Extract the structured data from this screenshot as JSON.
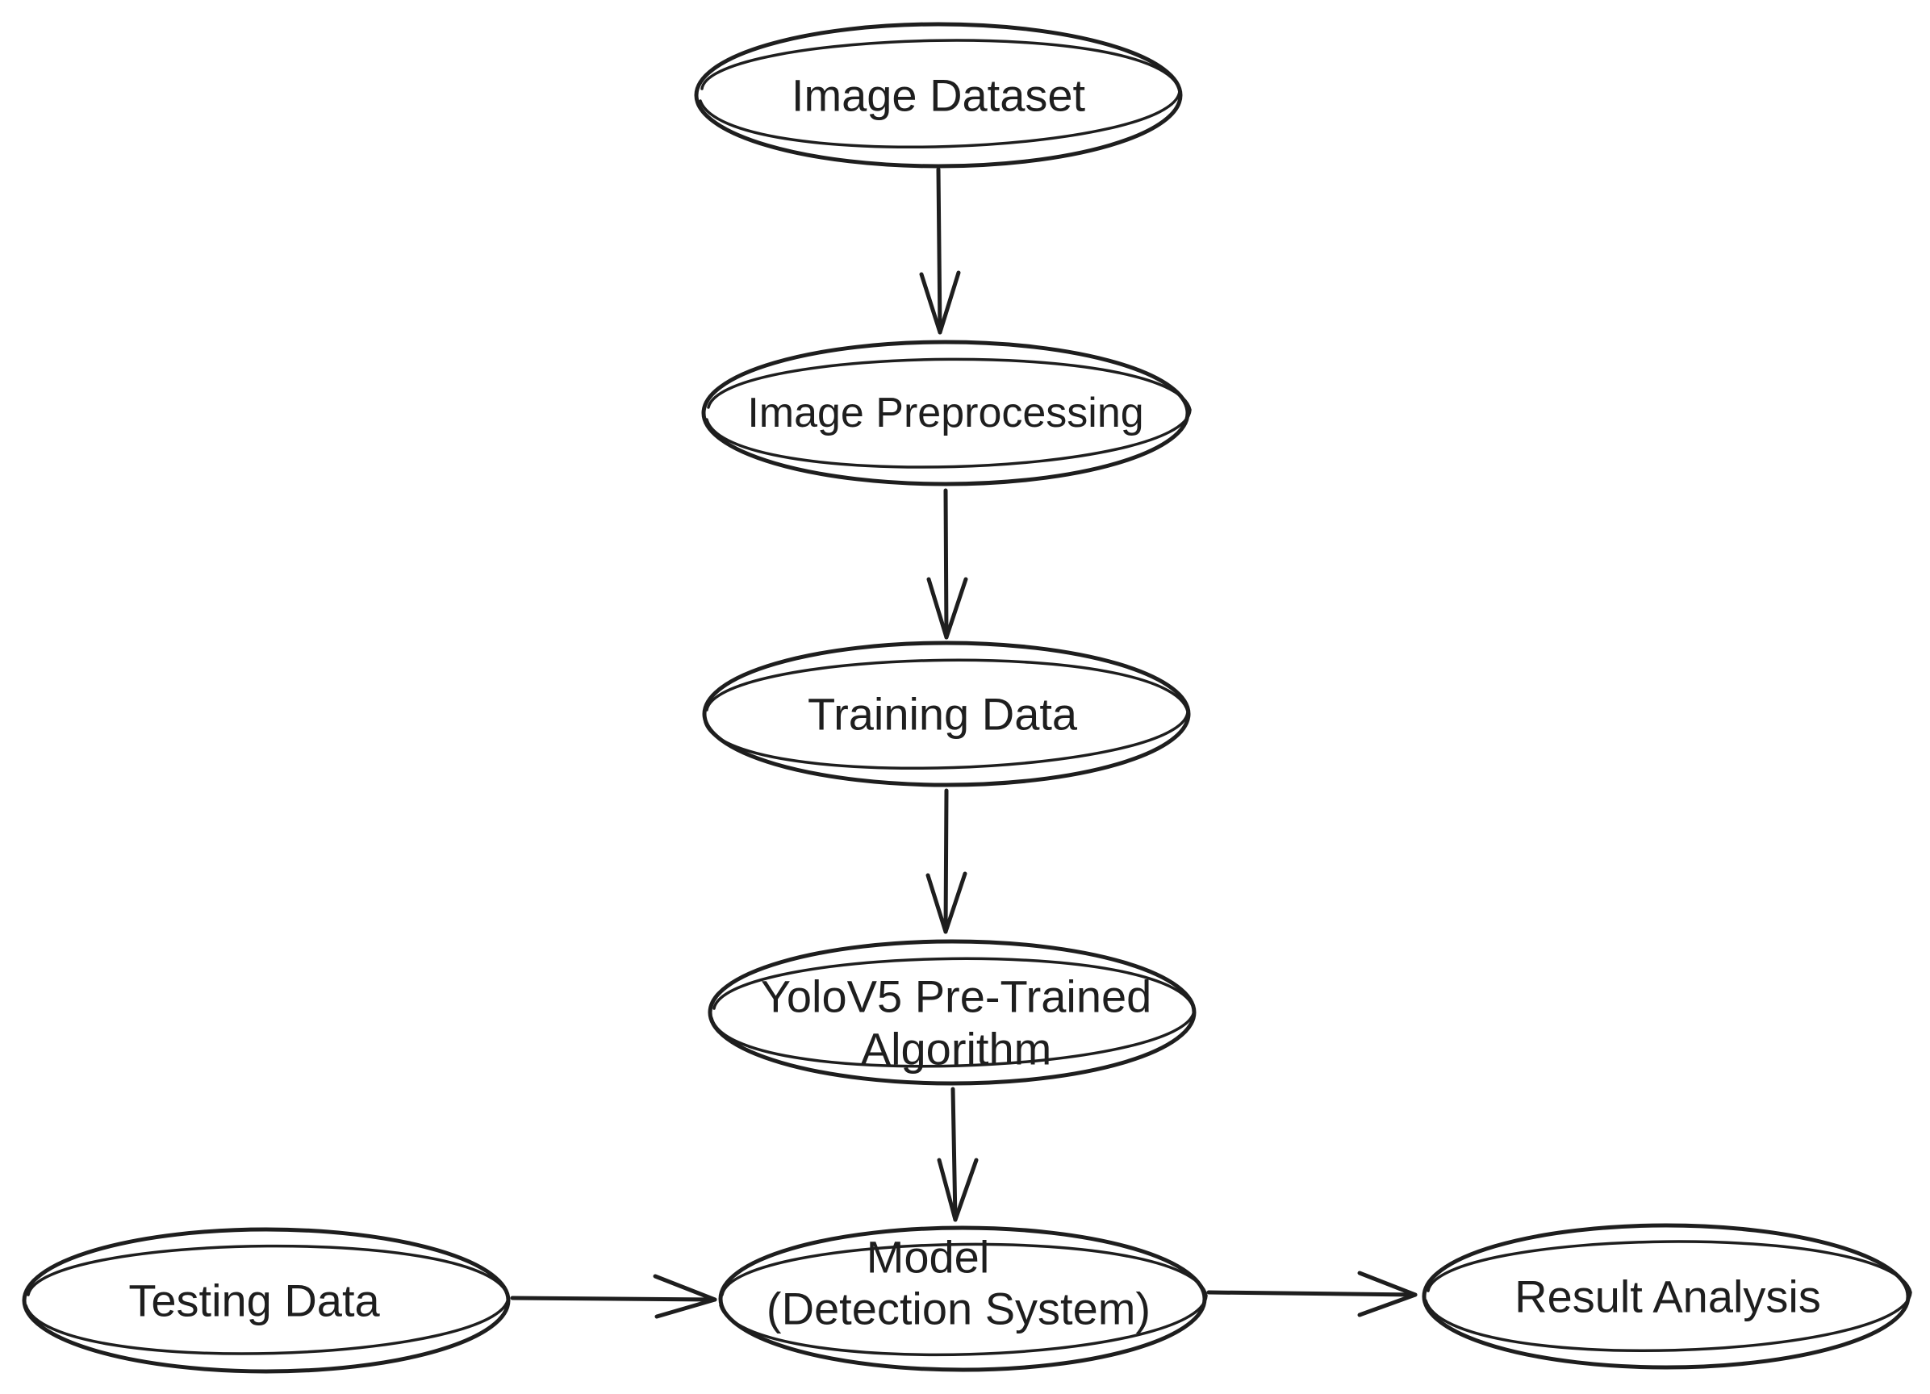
{
  "colors": {
    "stroke": "#1e1e1e",
    "background": "#ffffff",
    "node_fill": "#ffffff"
  },
  "nodes": {
    "image_dataset": {
      "lines": [
        "Image Dataset"
      ]
    },
    "image_preprocessing": {
      "lines": [
        "Image Preprocessing"
      ]
    },
    "training_data": {
      "lines": [
        "Training Data"
      ]
    },
    "yolov5": {
      "lines": [
        "YoloV5 Pre-Trained",
        "Algorithm"
      ]
    },
    "testing_data": {
      "lines": [
        "Testing Data"
      ]
    },
    "model": {
      "lines": [
        "Model",
        "(Detection System)"
      ]
    },
    "result_analysis": {
      "lines": [
        "Result Analysis"
      ]
    }
  },
  "edges": [
    {
      "from": "image_dataset",
      "to": "image_preprocessing"
    },
    {
      "from": "image_preprocessing",
      "to": "training_data"
    },
    {
      "from": "training_data",
      "to": "yolov5"
    },
    {
      "from": "yolov5",
      "to": "model"
    },
    {
      "from": "testing_data",
      "to": "model"
    },
    {
      "from": "model",
      "to": "result_analysis"
    }
  ]
}
